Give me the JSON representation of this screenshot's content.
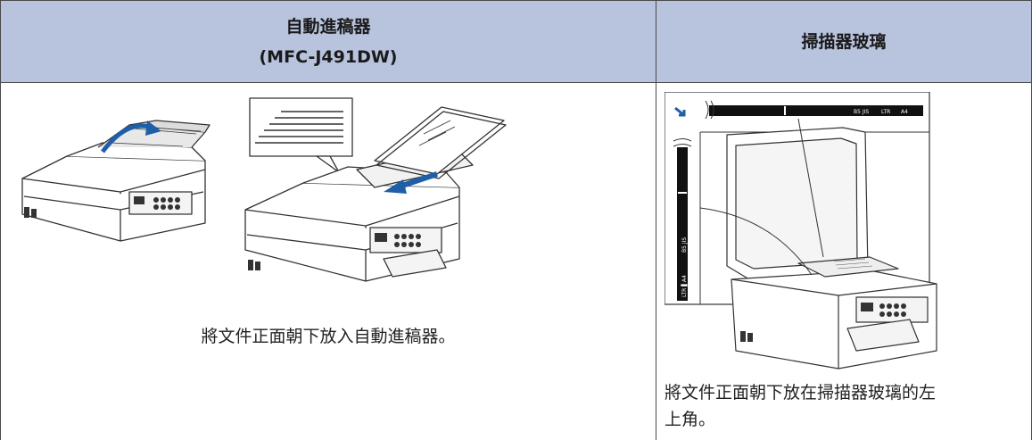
{
  "header": {
    "adf_title": "自動進稿器",
    "adf_model": "(MFC-J491DW)",
    "glass_title": "掃描器玻璃"
  },
  "adf": {
    "caption": "將文件正面朝下放入自動進稿器。"
  },
  "glass": {
    "caption_line1": "將文件正面朝下放在掃描器玻璃的左",
    "caption_line2": "上角。",
    "paper_labels": [
      "B5 JIS",
      "LTR",
      "A4"
    ]
  }
}
